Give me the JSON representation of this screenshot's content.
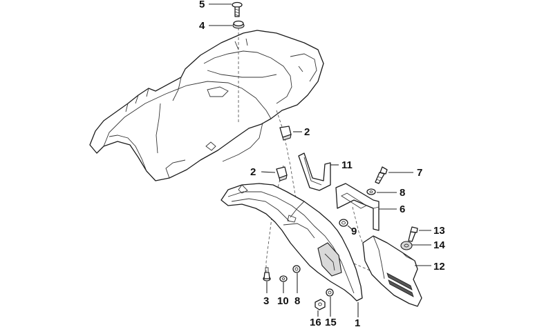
{
  "callouts": [
    {
      "id": "c5",
      "label": "5"
    },
    {
      "id": "c4",
      "label": "4"
    },
    {
      "id": "c2a",
      "label": "2"
    },
    {
      "id": "c2b",
      "label": "2"
    },
    {
      "id": "c11",
      "label": "11"
    },
    {
      "id": "c7",
      "label": "7"
    },
    {
      "id": "c8a",
      "label": "8"
    },
    {
      "id": "c6",
      "label": "6"
    },
    {
      "id": "c9",
      "label": "9"
    },
    {
      "id": "c13",
      "label": "13"
    },
    {
      "id": "c14",
      "label": "14"
    },
    {
      "id": "c12",
      "label": "12"
    },
    {
      "id": "c3",
      "label": "3"
    },
    {
      "id": "c10",
      "label": "10"
    },
    {
      "id": "c8b",
      "label": "8"
    },
    {
      "id": "c16",
      "label": "16"
    },
    {
      "id": "c15",
      "label": "15"
    },
    {
      "id": "c1",
      "label": "1"
    }
  ],
  "colors": {
    "line": "#1a1a1a",
    "fill": "#ffffff",
    "shade": "#d9d9d9"
  }
}
